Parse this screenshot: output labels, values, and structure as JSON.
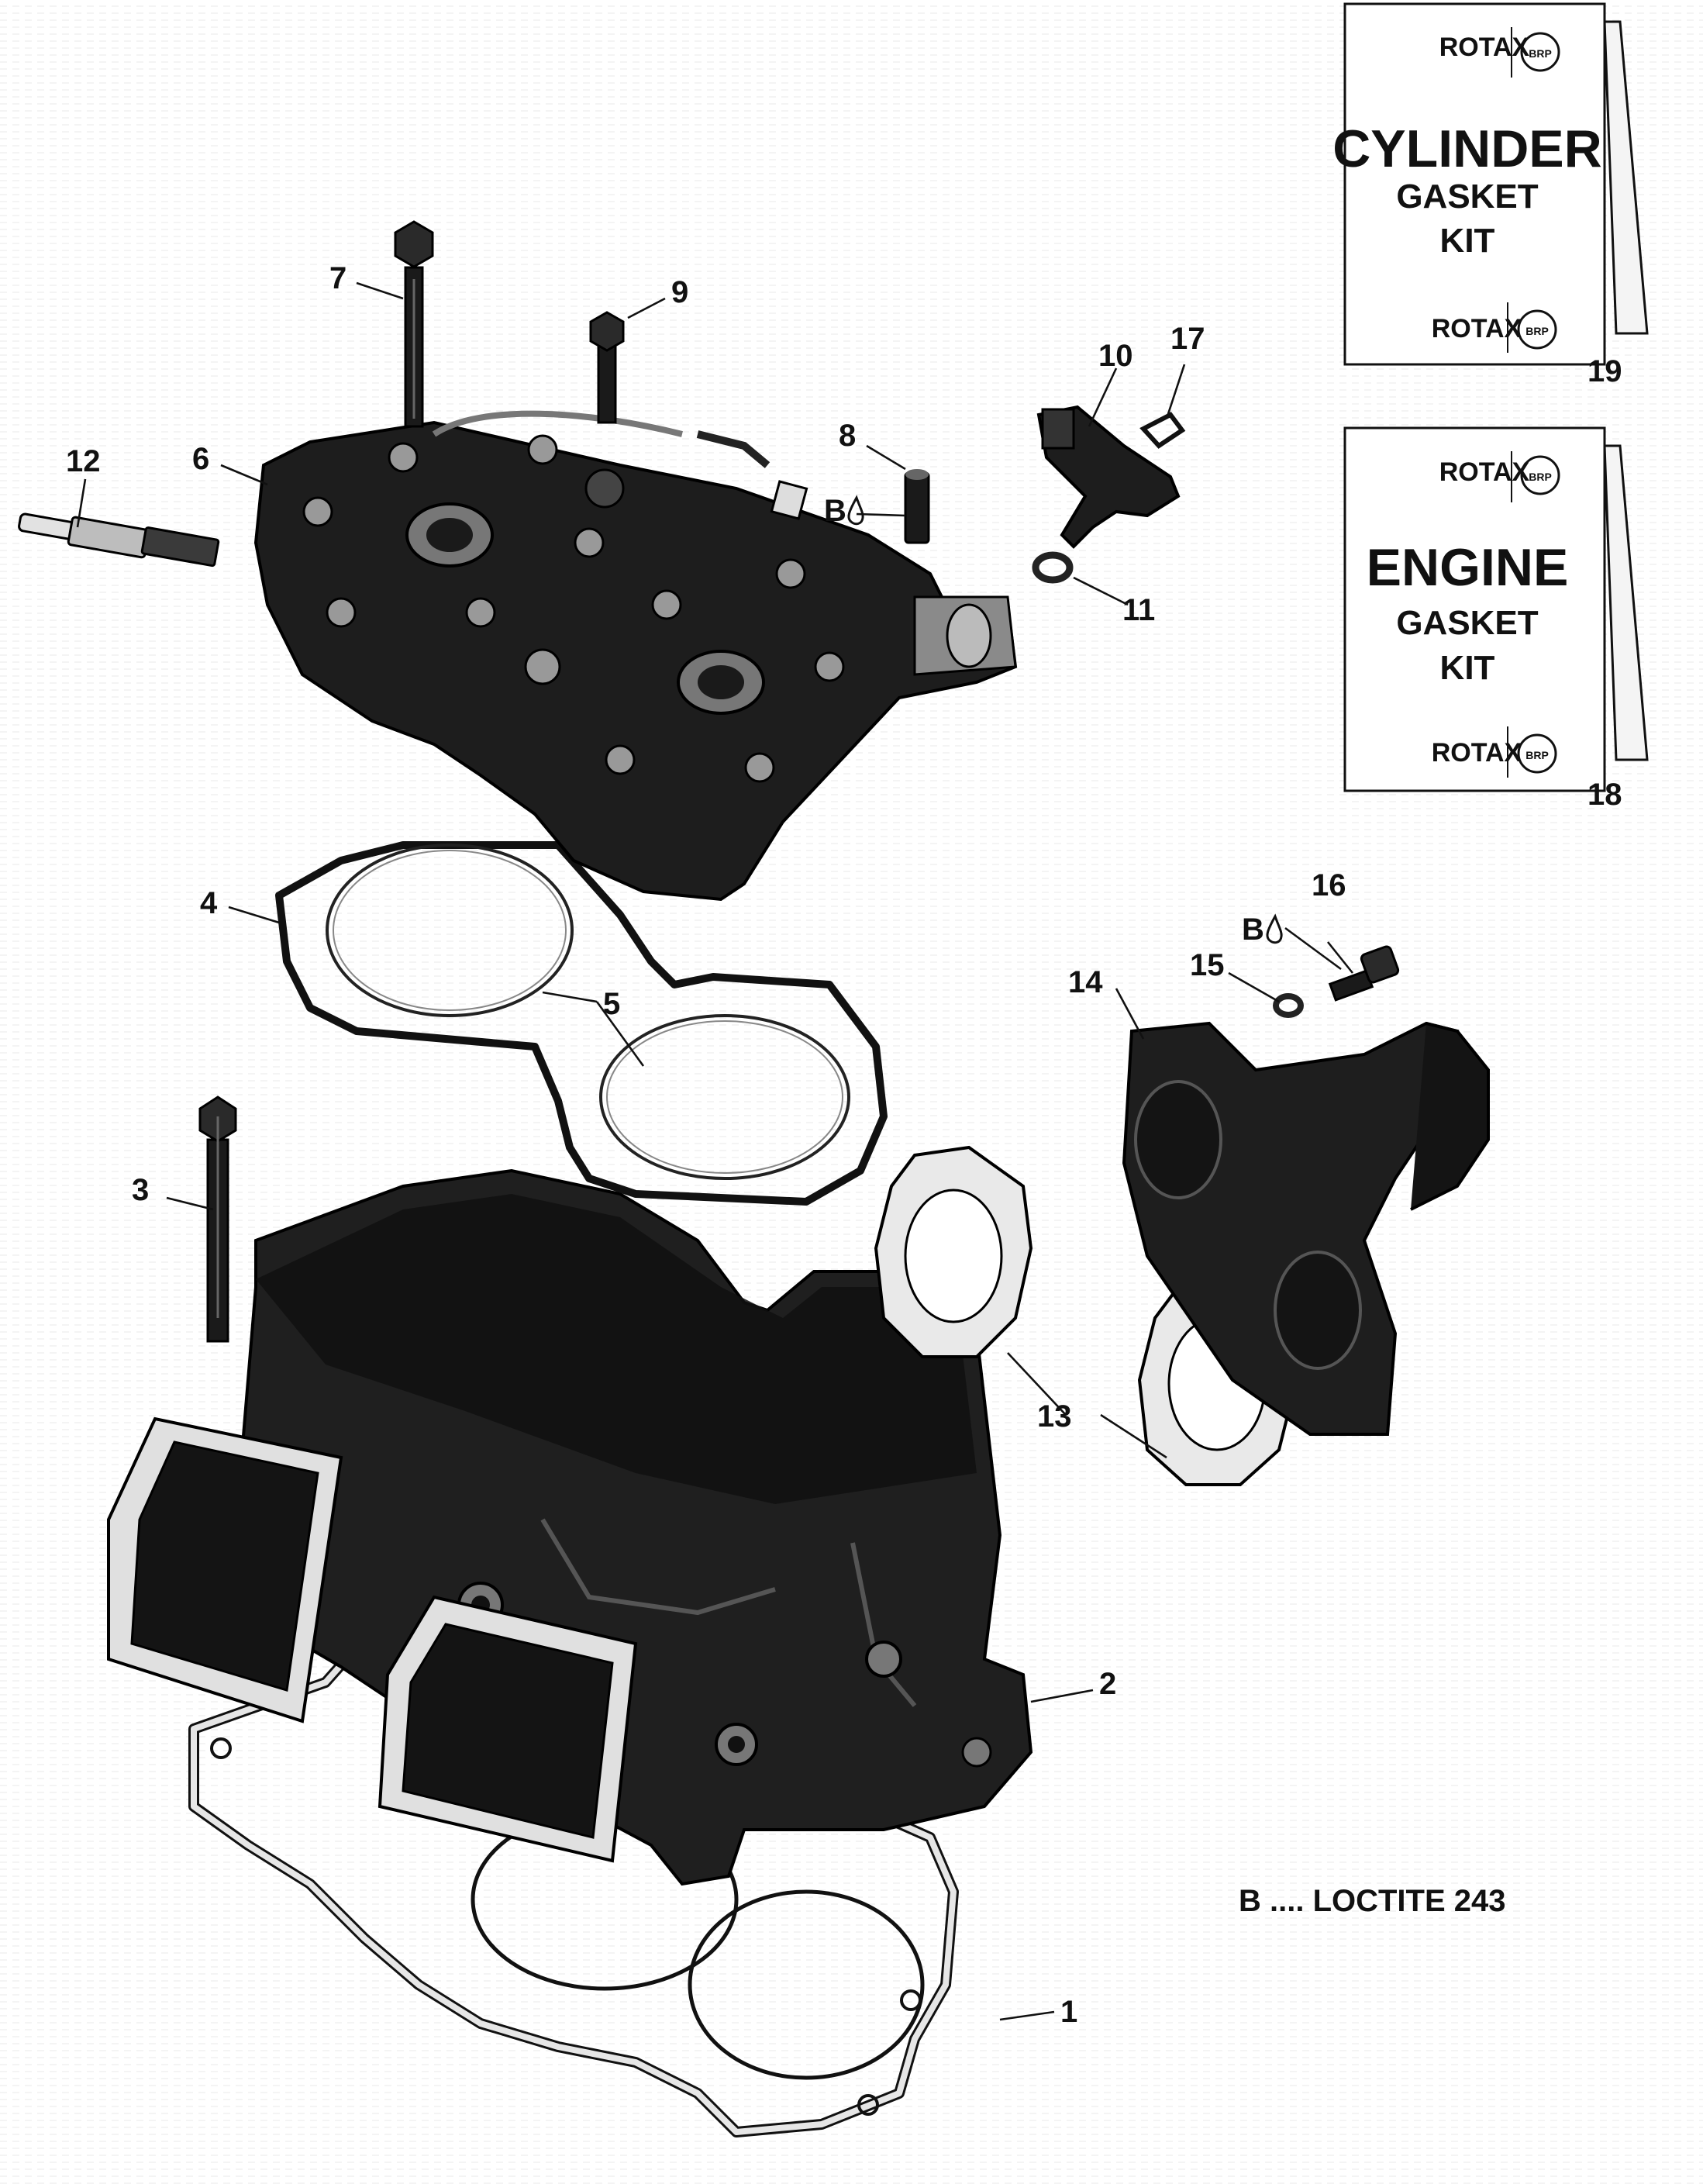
{
  "callouts": {
    "c1": "1",
    "c2": "2",
    "c3": "3",
    "c4": "4",
    "c5": "5",
    "c6": "6",
    "c7": "7",
    "c8": "8",
    "c9": "9",
    "c10": "10",
    "c11": "11",
    "c12": "12",
    "c13": "13",
    "c14": "14",
    "c15": "15",
    "c16": "16",
    "c17": "17",
    "c18": "18",
    "c19": "19"
  },
  "thread_marker": "B",
  "kits": {
    "cylinder": {
      "brand": "ROTAX",
      "logo_text": "BRP",
      "line1": "CYLINDER",
      "line2": "GASKET",
      "line3": "KIT"
    },
    "engine": {
      "brand": "ROTAX",
      "logo_text": "BRP",
      "line1": "ENGINE",
      "line2": "GASKET",
      "line3": "KIT"
    }
  },
  "legend": {
    "text": "B .... LOCTITE 243"
  },
  "colors": {
    "part_dark": "#1b1b1b",
    "part_mid": "#3a3a3a",
    "gasket_gray": "#e6e6e6",
    "line": "#111111"
  }
}
